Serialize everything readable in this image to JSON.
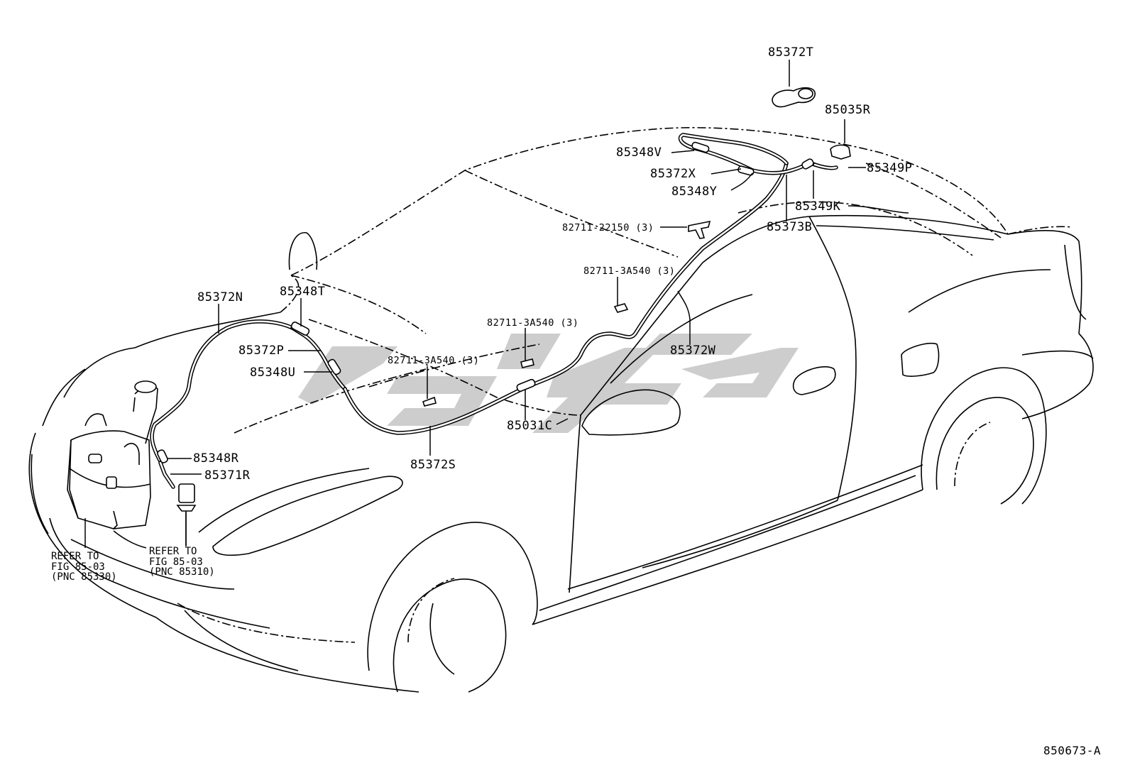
{
  "diagram": {
    "callouts": {
      "c85372T": "85372T",
      "c85035R": "85035R",
      "c85348V": "85348V",
      "c85372X": "85372X",
      "c85349P": "85349P",
      "c85348Y": "85348Y",
      "c85349K": "85349K",
      "c8271122150": "82711-22150 (3)",
      "c85373B": "85373B",
      "c827113A540a": "82711-3A540 (3)",
      "c85372N": "85372N",
      "c85348T": "85348T",
      "c827113A540b": "82711-3A540 (3)",
      "c85372P": "85372P",
      "c85372W": "85372W",
      "c85348U": "85348U",
      "c827113A540c": "82711-3A540 (3)",
      "c85031C": "85031C",
      "c85348R": "85348R",
      "c85372S": "85372S",
      "c85371R": "85371R"
    },
    "references": {
      "ref_left": "REFER TO\nFIG 85-03\n(PNC 85330)",
      "ref_right": "REFER TO\nFIG 85-03\n(PNC 85310)"
    },
    "figure_code": "850673-A",
    "colors": {
      "ink": "#000000",
      "watermark": "#c8c8c8",
      "background": "#ffffff"
    }
  }
}
